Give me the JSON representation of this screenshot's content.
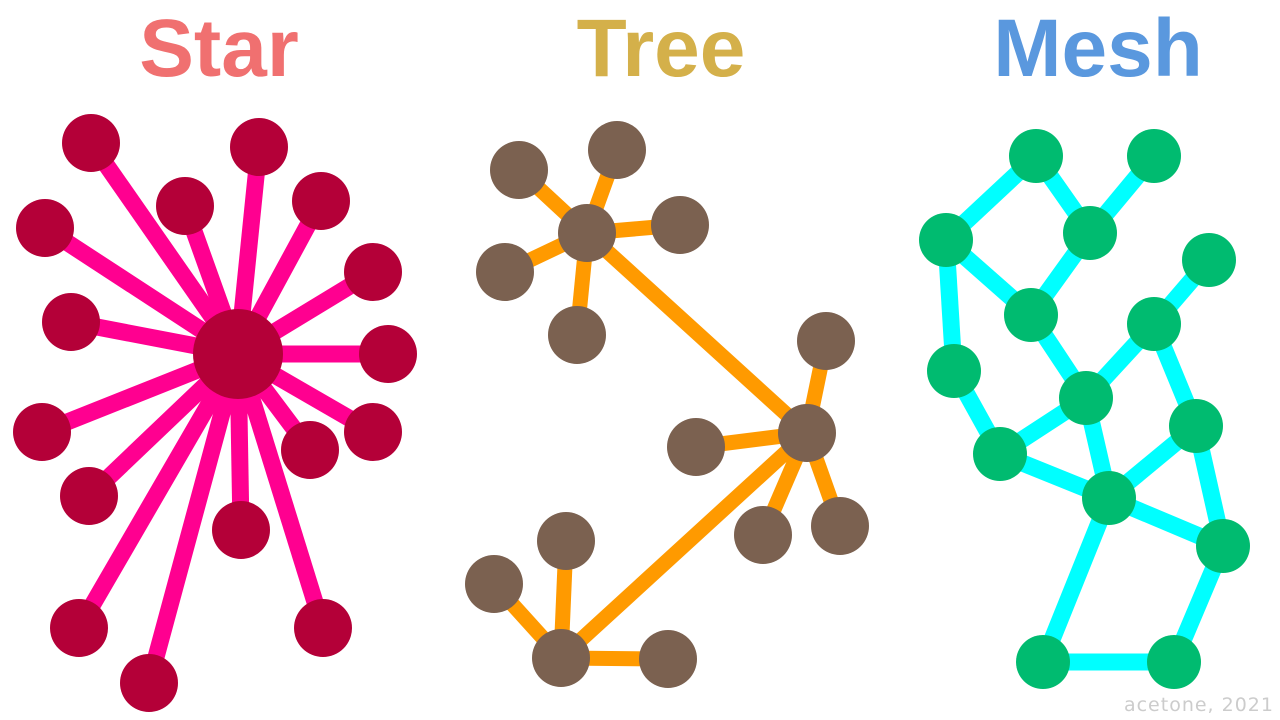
{
  "titles": {
    "star": "Star",
    "tree": "Tree",
    "mesh": "Mesh"
  },
  "credit": "acetone, 2021",
  "colors": {
    "star_title": "#f07070",
    "star_edge": "#ff0090",
    "star_node": "#b40038",
    "tree_title": "#d4b04a",
    "tree_edge": "#ff9a00",
    "tree_node": "#7b6150",
    "mesh_title": "#5a98de",
    "mesh_edge": "#00ffff",
    "mesh_node": "#00bb70"
  }
}
